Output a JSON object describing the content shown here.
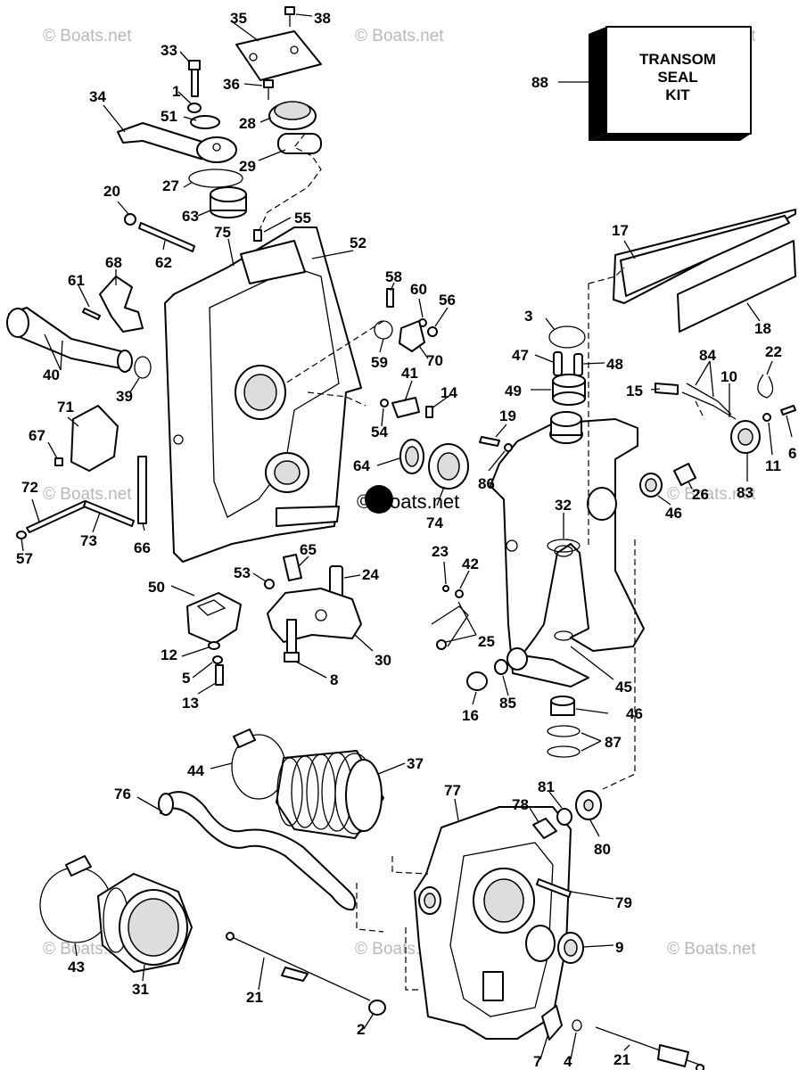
{
  "diagram": {
    "watermark": "© Boats.net",
    "kit_box_lines": [
      "TRANSOM",
      "SEAL",
      "KIT"
    ],
    "callouts": [
      {
        "n": "35"
      },
      {
        "n": "38"
      },
      {
        "n": "33"
      },
      {
        "n": "1"
      },
      {
        "n": "36"
      },
      {
        "n": "34"
      },
      {
        "n": "51"
      },
      {
        "n": "28"
      },
      {
        "n": "29"
      },
      {
        "n": "27"
      },
      {
        "n": "63"
      },
      {
        "n": "20"
      },
      {
        "n": "62"
      },
      {
        "n": "75"
      },
      {
        "n": "55"
      },
      {
        "n": "52"
      },
      {
        "n": "68"
      },
      {
        "n": "61"
      },
      {
        "n": "58"
      },
      {
        "n": "60"
      },
      {
        "n": "56"
      },
      {
        "n": "40"
      },
      {
        "n": "39"
      },
      {
        "n": "59"
      },
      {
        "n": "70"
      },
      {
        "n": "71"
      },
      {
        "n": "41"
      },
      {
        "n": "14"
      },
      {
        "n": "54"
      },
      {
        "n": "67"
      },
      {
        "n": "64"
      },
      {
        "n": "74"
      },
      {
        "n": "72"
      },
      {
        "n": "73"
      },
      {
        "n": "66"
      },
      {
        "n": "57"
      },
      {
        "n": "65"
      },
      {
        "n": "53"
      },
      {
        "n": "24"
      },
      {
        "n": "50"
      },
      {
        "n": "30"
      },
      {
        "n": "12"
      },
      {
        "n": "5"
      },
      {
        "n": "13"
      },
      {
        "n": "8"
      },
      {
        "n": "88"
      },
      {
        "n": "17"
      },
      {
        "n": "18"
      },
      {
        "n": "3"
      },
      {
        "n": "47"
      },
      {
        "n": "48"
      },
      {
        "n": "84"
      },
      {
        "n": "22"
      },
      {
        "n": "15"
      },
      {
        "n": "10"
      },
      {
        "n": "49"
      },
      {
        "n": "19"
      },
      {
        "n": "86"
      },
      {
        "n": "6"
      },
      {
        "n": "11"
      },
      {
        "n": "83"
      },
      {
        "n": "26"
      },
      {
        "n": "46"
      },
      {
        "n": "32"
      },
      {
        "n": "23"
      },
      {
        "n": "42"
      },
      {
        "n": "25"
      },
      {
        "n": "45"
      },
      {
        "n": "16"
      },
      {
        "n": "85"
      },
      {
        "n": "46"
      },
      {
        "n": "87"
      },
      {
        "n": "44"
      },
      {
        "n": "37"
      },
      {
        "n": "76"
      },
      {
        "n": "77"
      },
      {
        "n": "81"
      },
      {
        "n": "78"
      },
      {
        "n": "80"
      },
      {
        "n": "79"
      },
      {
        "n": "9"
      },
      {
        "n": "43"
      },
      {
        "n": "31"
      },
      {
        "n": "21"
      },
      {
        "n": "2"
      },
      {
        "n": "7"
      },
      {
        "n": "4"
      },
      {
        "n": "21"
      }
    ]
  }
}
